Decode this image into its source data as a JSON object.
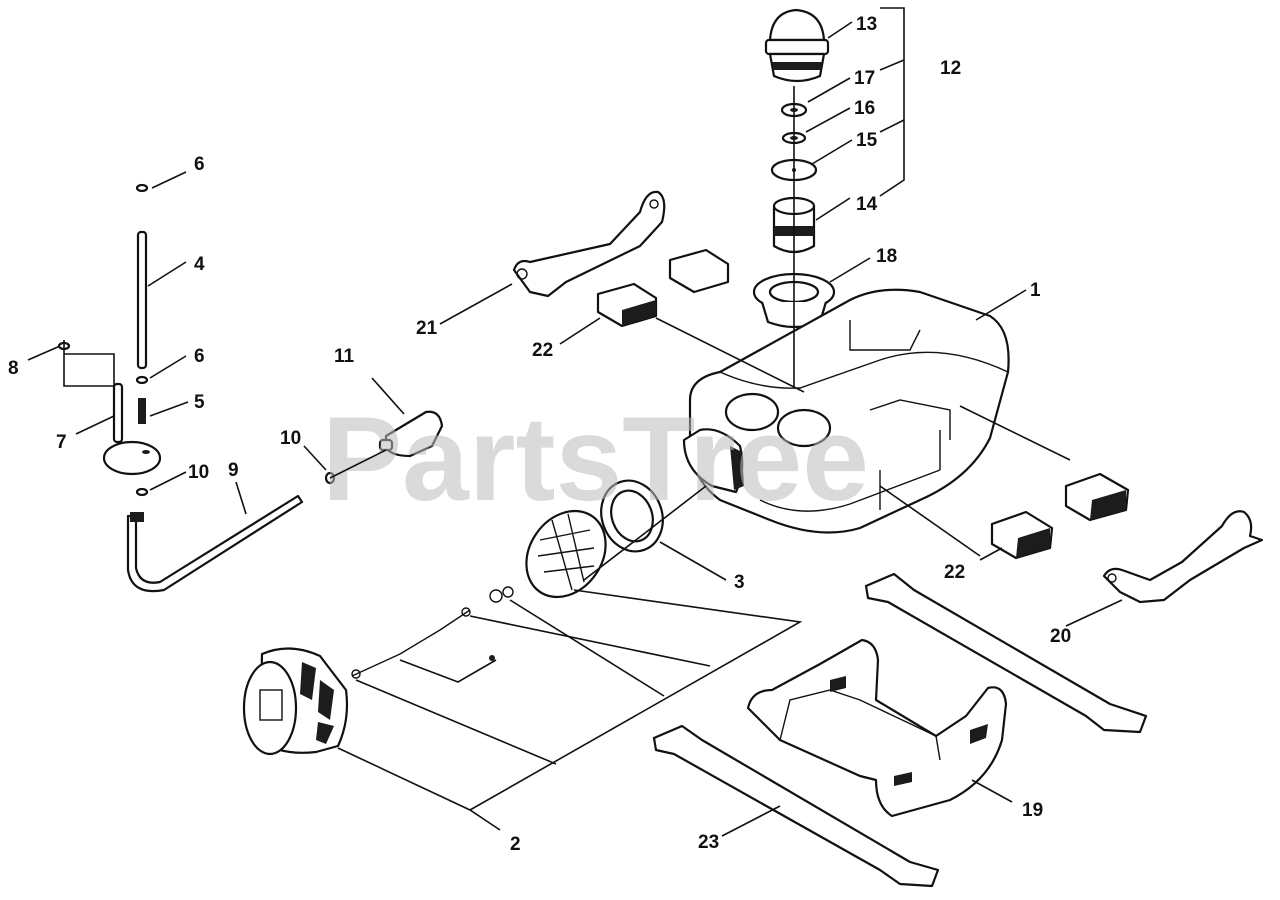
{
  "watermark": "PartsTree",
  "callouts": [
    {
      "id": "c1",
      "label": "1"
    },
    {
      "id": "c2",
      "label": "2"
    },
    {
      "id": "c3",
      "label": "3"
    },
    {
      "id": "c4",
      "label": "4"
    },
    {
      "id": "c5",
      "label": "5"
    },
    {
      "id": "c6a",
      "label": "6"
    },
    {
      "id": "c6b",
      "label": "6"
    },
    {
      "id": "c7",
      "label": "7"
    },
    {
      "id": "c8",
      "label": "8"
    },
    {
      "id": "c9",
      "label": "9"
    },
    {
      "id": "c10a",
      "label": "10"
    },
    {
      "id": "c10b",
      "label": "10"
    },
    {
      "id": "c11",
      "label": "11"
    },
    {
      "id": "c12",
      "label": "12"
    },
    {
      "id": "c13",
      "label": "13"
    },
    {
      "id": "c14",
      "label": "14"
    },
    {
      "id": "c15",
      "label": "15"
    },
    {
      "id": "c16",
      "label": "16"
    },
    {
      "id": "c17",
      "label": "17"
    },
    {
      "id": "c18",
      "label": "18"
    },
    {
      "id": "c19",
      "label": "19"
    },
    {
      "id": "c20",
      "label": "20"
    },
    {
      "id": "c21",
      "label": "21"
    },
    {
      "id": "c22a",
      "label": "22"
    },
    {
      "id": "c22b",
      "label": "22"
    },
    {
      "id": "c23",
      "label": "23"
    }
  ]
}
